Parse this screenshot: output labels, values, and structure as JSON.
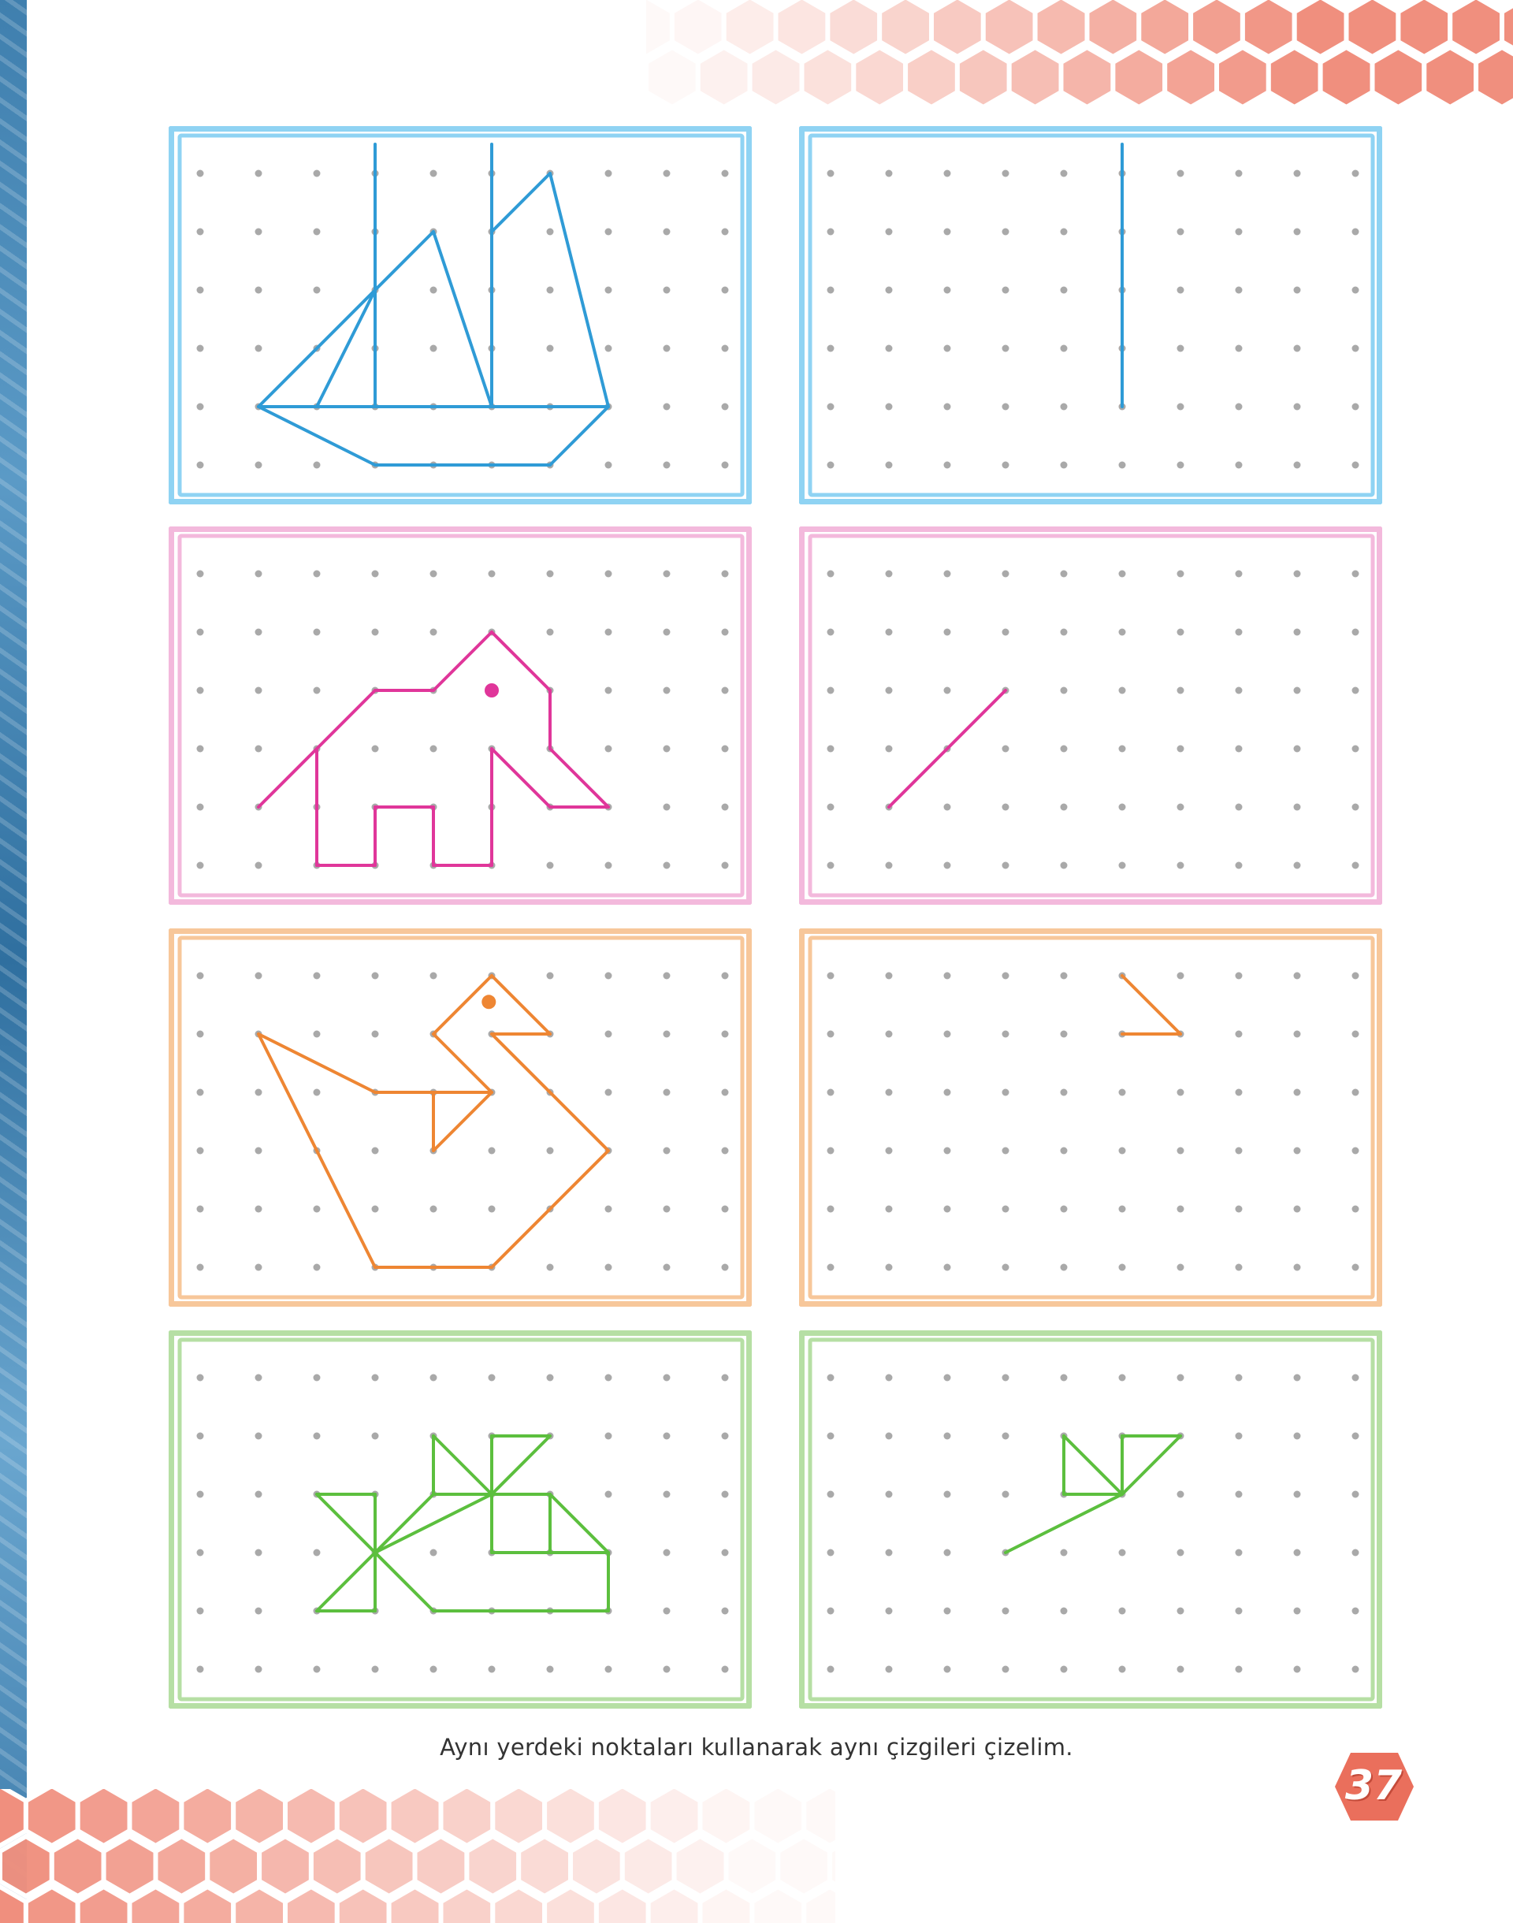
{
  "instruction": "Aynı yerdeki noktaları kullanarak aynı çizgileri çizelim.",
  "page_number": "37",
  "colors": {
    "blue": "#2f9bd6",
    "blue_frame": "#8fd3f3",
    "pink": "#e0369a",
    "pink_frame": "#f3b9dc",
    "orange": "#ee8633",
    "orange_frame": "#f7c79a",
    "green": "#5cbf3e",
    "green_frame": "#b6dfa4",
    "dot": "#a9a9a9",
    "hex": "#f08f7e",
    "badge": "#ea6f5c"
  },
  "grid": {
    "columns": 10,
    "rows": 6
  },
  "exercises": [
    {
      "theme": "blue",
      "model": {
        "segments": [
          [
            [
              3,
              -0.5
            ],
            [
              3,
              4
            ]
          ],
          [
            [
              5,
              -0.5
            ],
            [
              5,
              4
            ]
          ],
          [
            [
              1,
              4
            ],
            [
              4,
              1
            ]
          ],
          [
            [
              4,
              1
            ],
            [
              5,
              4
            ]
          ],
          [
            [
              2,
              4
            ],
            [
              3,
              2
            ]
          ],
          [
            [
              5,
              1
            ],
            [
              6,
              0
            ]
          ],
          [
            [
              6,
              0
            ],
            [
              7,
              4
            ]
          ],
          [
            [
              1,
              4
            ],
            [
              7,
              4
            ]
          ],
          [
            [
              7,
              4
            ],
            [
              6,
              5
            ]
          ],
          [
            [
              6,
              5
            ],
            [
              3,
              5
            ]
          ],
          [
            [
              3,
              5
            ],
            [
              1,
              4
            ]
          ]
        ],
        "dots": []
      },
      "copy": {
        "segments": [
          [
            [
              5,
              -0.5
            ],
            [
              5,
              4
            ]
          ]
        ],
        "dots": []
      }
    },
    {
      "theme": "pink",
      "model": {
        "segments": [
          [
            [
              1,
              4
            ],
            [
              2,
              3
            ]
          ],
          [
            [
              2,
              3
            ],
            [
              3,
              2
            ]
          ],
          [
            [
              3,
              2
            ],
            [
              4,
              2
            ]
          ],
          [
            [
              4,
              2
            ],
            [
              5,
              1
            ]
          ],
          [
            [
              5,
              1
            ],
            [
              6,
              2
            ]
          ],
          [
            [
              6,
              2
            ],
            [
              6,
              3
            ]
          ],
          [
            [
              6,
              3
            ],
            [
              7,
              4
            ]
          ],
          [
            [
              7,
              4
            ],
            [
              6,
              4
            ]
          ],
          [
            [
              6,
              4
            ],
            [
              5,
              3
            ]
          ],
          [
            [
              5,
              3
            ],
            [
              5,
              5
            ]
          ],
          [
            [
              5,
              5
            ],
            [
              4,
              5
            ]
          ],
          [
            [
              4,
              5
            ],
            [
              4,
              4
            ]
          ],
          [
            [
              4,
              4
            ],
            [
              3,
              4
            ]
          ],
          [
            [
              3,
              4
            ],
            [
              3,
              5
            ]
          ],
          [
            [
              3,
              5
            ],
            [
              2,
              5
            ]
          ],
          [
            [
              2,
              5
            ],
            [
              2,
              3
            ]
          ]
        ],
        "dots": [
          [
            5,
            2
          ]
        ]
      },
      "copy": {
        "segments": [
          [
            [
              1,
              4
            ],
            [
              3,
              2
            ]
          ]
        ],
        "dots": []
      }
    },
    {
      "theme": "orange",
      "model": {
        "segments": [
          [
            [
              1,
              1
            ],
            [
              3,
              2
            ]
          ],
          [
            [
              3,
              2
            ],
            [
              5,
              2
            ]
          ],
          [
            [
              5,
              2
            ],
            [
              4,
              1
            ]
          ],
          [
            [
              4,
              1
            ],
            [
              5,
              0
            ]
          ],
          [
            [
              5,
              0
            ],
            [
              6,
              1
            ]
          ],
          [
            [
              6,
              1
            ],
            [
              5,
              1
            ]
          ],
          [
            [
              5,
              1
            ],
            [
              7,
              3
            ]
          ],
          [
            [
              7,
              3
            ],
            [
              5,
              5
            ]
          ],
          [
            [
              5,
              5
            ],
            [
              3,
              5
            ]
          ],
          [
            [
              3,
              5
            ],
            [
              1,
              1
            ]
          ],
          [
            [
              4,
              2
            ],
            [
              4,
              3
            ]
          ],
          [
            [
              4,
              3
            ],
            [
              5,
              2
            ]
          ]
        ],
        "dots": [
          [
            4.95,
            0.45
          ]
        ]
      },
      "copy": {
        "segments": [
          [
            [
              5,
              0
            ],
            [
              6,
              1
            ]
          ],
          [
            [
              6,
              1
            ],
            [
              5,
              1
            ]
          ]
        ],
        "dots": []
      }
    },
    {
      "theme": "green",
      "model": {
        "segments": [
          [
            [
              2,
              2
            ],
            [
              3,
              2
            ]
          ],
          [
            [
              3,
              2
            ],
            [
              3,
              4
            ]
          ],
          [
            [
              3,
              4
            ],
            [
              2,
              4
            ]
          ],
          [
            [
              2,
              2
            ],
            [
              4,
              4
            ]
          ],
          [
            [
              2,
              4
            ],
            [
              4,
              2
            ]
          ],
          [
            [
              3,
              3
            ],
            [
              5,
              2
            ]
          ],
          [
            [
              5,
              2
            ],
            [
              6,
              2
            ]
          ],
          [
            [
              6,
              2
            ],
            [
              6,
              3
            ]
          ],
          [
            [
              6,
              3
            ],
            [
              7,
              3
            ]
          ],
          [
            [
              7,
              3
            ],
            [
              7,
              4
            ]
          ],
          [
            [
              7,
              4
            ],
            [
              5,
              4
            ]
          ],
          [
            [
              5,
              4
            ],
            [
              4,
              4
            ]
          ],
          [
            [
              4,
              1
            ],
            [
              4,
              2
            ]
          ],
          [
            [
              4,
              2
            ],
            [
              5,
              2
            ]
          ],
          [
            [
              4,
              1
            ],
            [
              5,
              2
            ]
          ],
          [
            [
              5,
              1
            ],
            [
              5,
              3
            ]
          ],
          [
            [
              5,
              1
            ],
            [
              6,
              1
            ]
          ],
          [
            [
              6,
              1
            ],
            [
              5,
              2
            ]
          ],
          [
            [
              5,
              3
            ],
            [
              6,
              3
            ]
          ],
          [
            [
              6,
              2
            ],
            [
              7,
              3
            ]
          ]
        ],
        "dots": []
      },
      "copy": {
        "segments": [
          [
            [
              4,
              1
            ],
            [
              5,
              2
            ]
          ],
          [
            [
              4,
              1
            ],
            [
              4,
              2
            ]
          ],
          [
            [
              4,
              2
            ],
            [
              5,
              2
            ]
          ],
          [
            [
              5,
              1
            ],
            [
              5,
              2
            ]
          ],
          [
            [
              5,
              1
            ],
            [
              6,
              1
            ]
          ],
          [
            [
              6,
              1
            ],
            [
              5,
              2
            ]
          ],
          [
            [
              5,
              2
            ],
            [
              3,
              3
            ]
          ]
        ],
        "dots": []
      }
    }
  ]
}
